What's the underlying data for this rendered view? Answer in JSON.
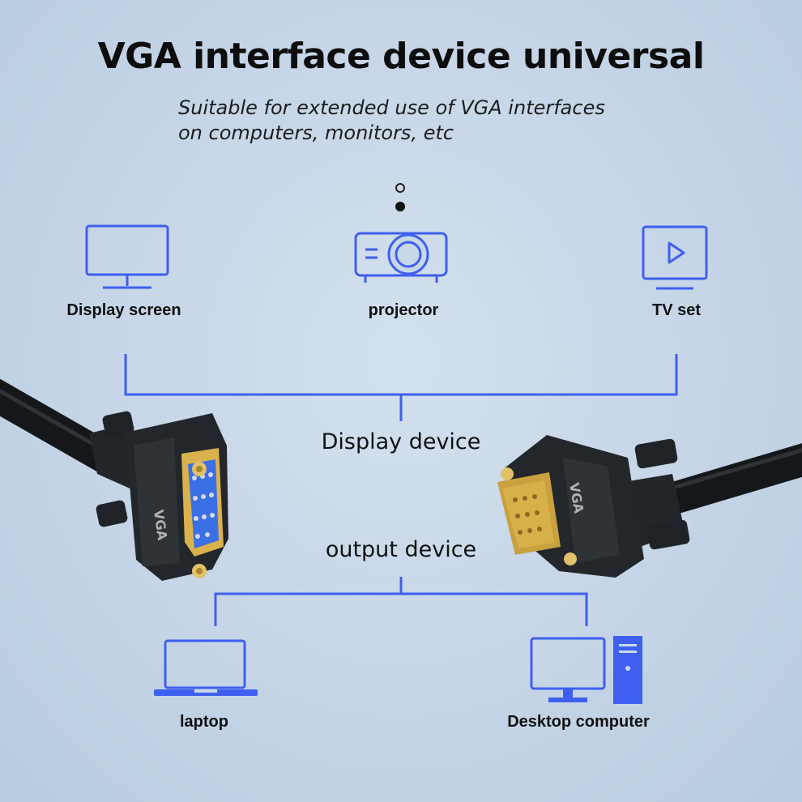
{
  "header": {
    "title": "VGA interface device universal",
    "subtitle_line1": "Suitable for extended use of VGA interfaces",
    "subtitle_line2": "on computers, monitors, etc"
  },
  "display_devices": {
    "section_label": "Display device",
    "items": [
      {
        "label": "Display screen",
        "icon": "monitor-icon"
      },
      {
        "label": "projector",
        "icon": "projector-icon"
      },
      {
        "label": "TV set",
        "icon": "tv-play-icon"
      }
    ]
  },
  "output_devices": {
    "section_label": "output device",
    "items": [
      {
        "label": "laptop",
        "icon": "laptop-icon"
      },
      {
        "label": "Desktop computer",
        "icon": "desktop-computer-icon"
      }
    ]
  },
  "connectors": {
    "female_label": "VGA",
    "male_label": "VGA",
    "cable_color": "#1b1e22",
    "pin_color": "#d8b04a"
  },
  "colors": {
    "accent": "#3f5ff0",
    "background": "#c9d8e8",
    "text": "#111111"
  }
}
